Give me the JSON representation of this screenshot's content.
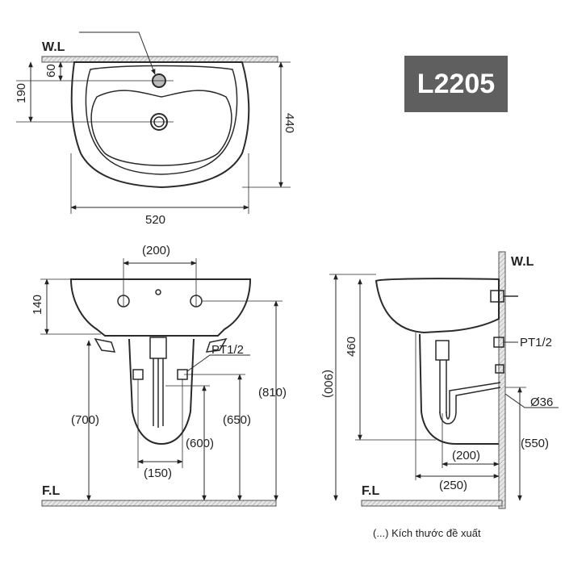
{
  "model_code": "L2205",
  "footnote": "(...) Kích thước đề xuất",
  "colors": {
    "badge_bg": "#5f5f5f",
    "line": "#2a2a2a",
    "wall": "#bdbdbd"
  },
  "top_view": {
    "wl_label": "W.L",
    "dim_60": "60",
    "dim_190": "190",
    "dim_440": "440",
    "dim_520": "520"
  },
  "front_view": {
    "dim_200": "(200)",
    "dim_140": "140",
    "pt_label": "PT1/2",
    "dim_810": "(810)",
    "dim_700": "(700)",
    "dim_650": "(650)",
    "dim_600": "(600)",
    "dim_150": "(150)",
    "fl_label": "F.L"
  },
  "side_view": {
    "wl_label": "W.L",
    "pt_label": "PT1/2",
    "dim_900": "(900)",
    "dim_460": "460",
    "dim_36": "Ø36",
    "dim_550": "(550)",
    "dim_200": "(200)",
    "dim_250": "(250)",
    "fl_label": "F.L"
  }
}
